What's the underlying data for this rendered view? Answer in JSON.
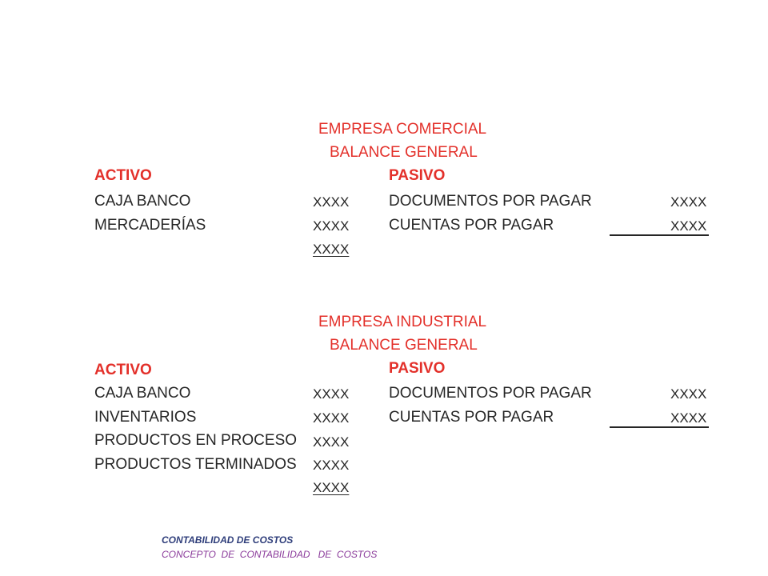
{
  "comercial": {
    "title": "EMPRESA COMERCIAL",
    "subtitle": "BALANCE GENERAL",
    "activo": {
      "header": "ACTIVO",
      "items": [
        {
          "label": "CAJA BANCO",
          "value": "XXXX"
        },
        {
          "label": "MERCADERÍAS",
          "value": "XXXX"
        }
      ],
      "total": "XXXX"
    },
    "pasivo": {
      "header": "PASIVO",
      "items": [
        {
          "label": "DOCUMENTOS POR PAGAR",
          "value": "XXXX"
        },
        {
          "label": "CUENTAS POR PAGAR",
          "value": "XXXX"
        }
      ]
    }
  },
  "industrial": {
    "title": "EMPRESA INDUSTRIAL",
    "subtitle": "BALANCE GENERAL",
    "activo": {
      "header": "ACTIVO",
      "items": [
        {
          "label": "CAJA BANCO",
          "value": "XXXX"
        },
        {
          "label": "INVENTARIOS",
          "value": "XXXX"
        },
        {
          "label": "PRODUCTOS EN PROCESO",
          "value": "XXXX"
        },
        {
          "label": "PRODUCTOS TERMINADOS",
          "value": "XXXX"
        }
      ],
      "total": "XXXX"
    },
    "pasivo": {
      "header": "PASIVO",
      "items": [
        {
          "label": "DOCUMENTOS POR PAGAR",
          "value": "XXXX"
        },
        {
          "label": "CUENTAS POR PAGAR",
          "value": "XXXX"
        }
      ]
    }
  },
  "footer": {
    "line1": "CONTABILIDAD DE COSTOS",
    "line2": "CONCEPTO  DE  CONTABILIDAD   DE  COSTOS"
  },
  "colors": {
    "title": "#e3302a",
    "text": "#262626",
    "footer1": "#2e3d7a",
    "footer2": "#8a3a9a"
  }
}
